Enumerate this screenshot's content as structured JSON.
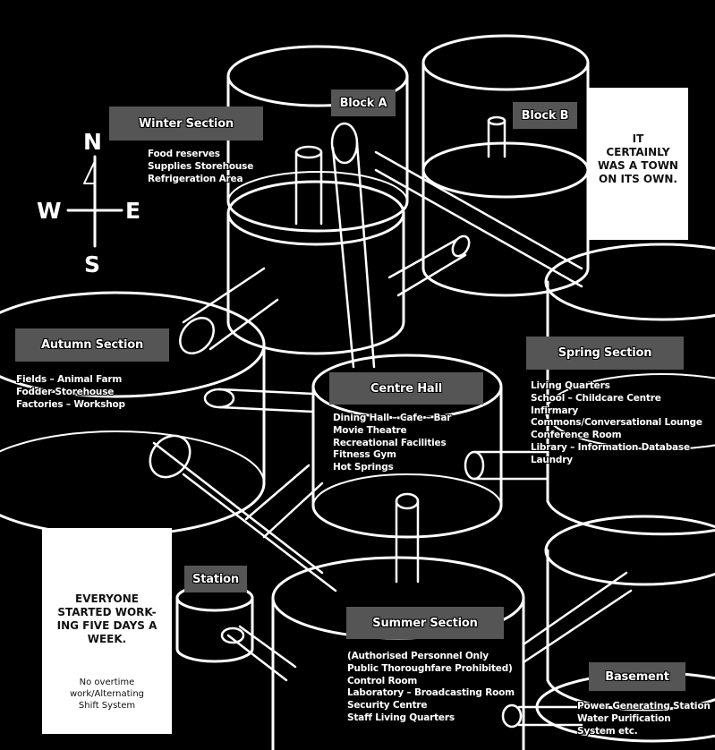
{
  "compass": {
    "n": "N",
    "e": "E",
    "s": "S",
    "w": "W"
  },
  "sections": {
    "winter": {
      "title": "Winter Section",
      "items": [
        "Food reserves",
        "Supplies Storehouse",
        "Refrigeration Area"
      ]
    },
    "block_a": {
      "title": "Block A"
    },
    "block_b": {
      "title": "Block B"
    },
    "autumn": {
      "title": "Autumn Section",
      "items": [
        "Fields – Animal Farm",
        "Fodder Storehouse",
        "Factories – Workshop"
      ]
    },
    "centre_hall": {
      "title": "Centre Hall",
      "items": [
        "Dining Hall – Cafe – Bar",
        "Movie Theatre",
        "Recreational Facilities",
        "Fitness Gym",
        "Hot Springs"
      ]
    },
    "spring": {
      "title": "Spring Section",
      "items": [
        "Living Quarters",
        "School – Childcare Centre",
        "Infirmary",
        "Commons/Conversational Lounge",
        "Conference Room",
        "Library – Information Database",
        "Laundry"
      ]
    },
    "station": {
      "title": "Station"
    },
    "summer": {
      "title": "Summer Section",
      "items": [
        "(Authorised Personnel Only",
        "Public Thoroughfare Prohibited)",
        "Control Room",
        "Laboratory – Broadcasting Room",
        "Security Centre",
        "Staff Living Quarters"
      ]
    },
    "basement": {
      "title": "Basement",
      "items": [
        "Power Generating Station",
        "Water Purification",
        "System etc."
      ]
    }
  },
  "notes": {
    "top_right": {
      "line1": "It",
      "line2": "certainly",
      "line3": "was a town",
      "line4": "on its own."
    },
    "bottom_left": {
      "line1": "Everyone",
      "line2": "started work-",
      "line3": "ing five days a",
      "line4": "week.",
      "sub1": "No overtime",
      "sub2": "work/Alternating",
      "sub3": "Shift System"
    }
  }
}
